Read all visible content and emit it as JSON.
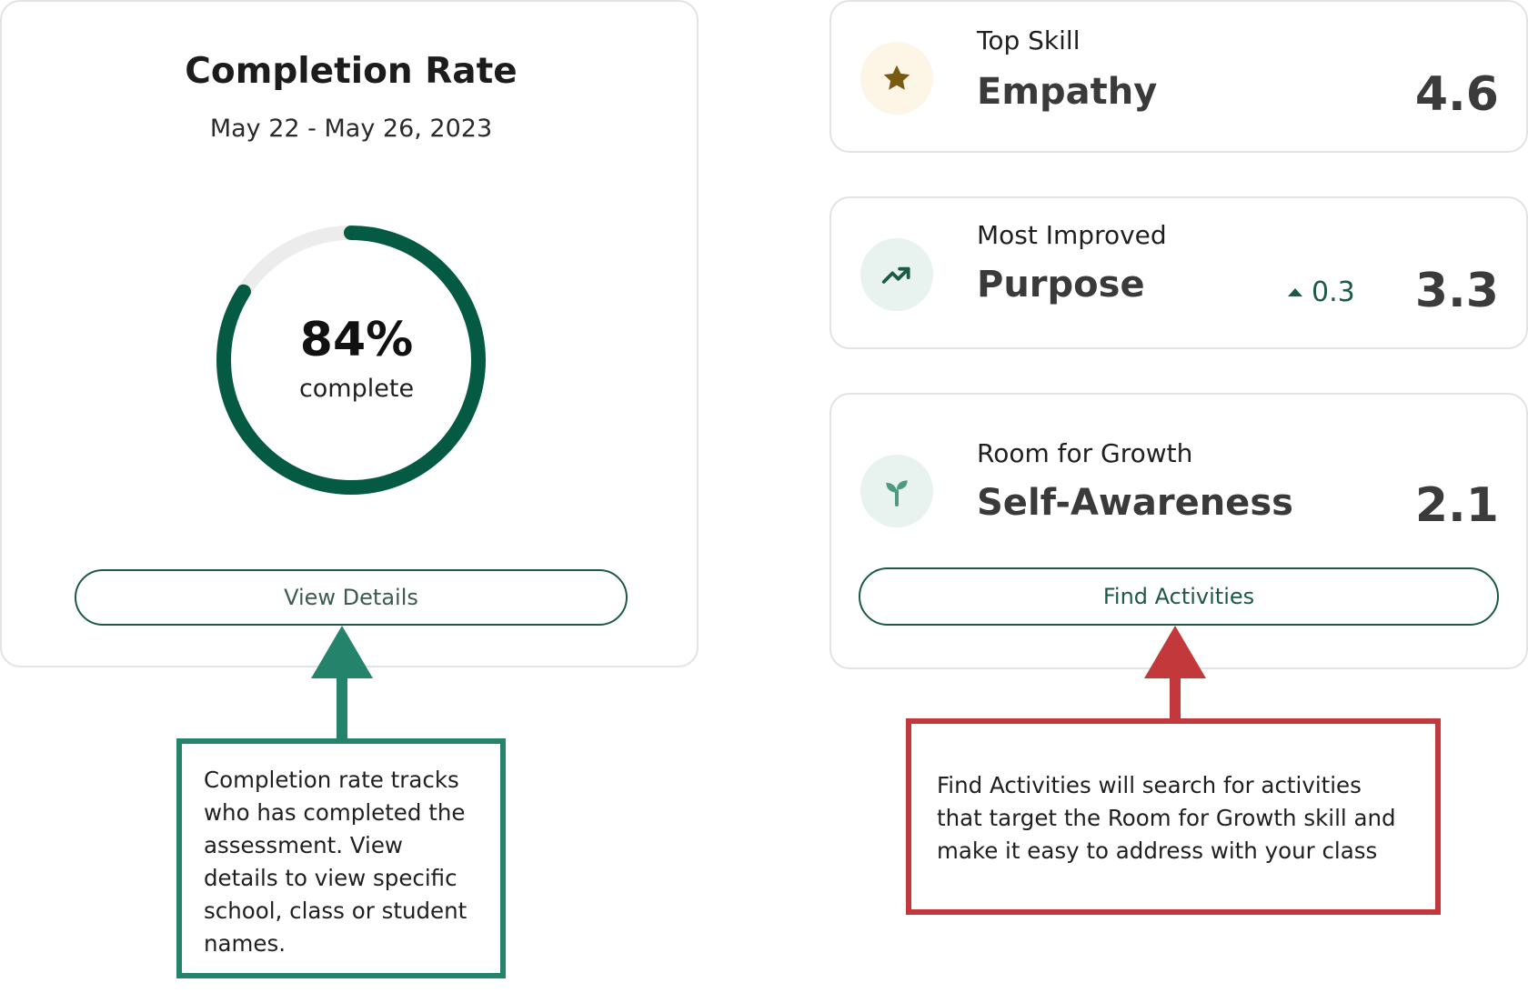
{
  "completion": {
    "title": "Completion Rate",
    "date_range": "May 22 - May 26, 2023",
    "percent_label": "84%",
    "percent_value": 84,
    "sub_label": "complete",
    "button_label": "View Details",
    "colors": {
      "progress": "#055a43",
      "track": "#ececec"
    }
  },
  "top_skill": {
    "label": "Top Skill",
    "name": "Empathy",
    "score": "4.6",
    "icon": "star-icon"
  },
  "most_improved": {
    "label": "Most Improved",
    "name": "Purpose",
    "delta": "0.3",
    "score": "3.3",
    "icon": "trending-up-icon"
  },
  "room_for_growth": {
    "label": "Room for Growth",
    "name": "Self-Awareness",
    "score": "2.1",
    "icon": "sprout-icon",
    "button_label": "Find Activities"
  },
  "annotations": {
    "completion_note": "Completion rate tracks who has completed the assessment. View details to view specific school, class or student names.",
    "find_note": "Find Activities will search for activities that target the Room for Growth skill and make it easy to address with your class",
    "colors": {
      "completion_note": "#23846b",
      "find_note": "#c3393b"
    }
  }
}
